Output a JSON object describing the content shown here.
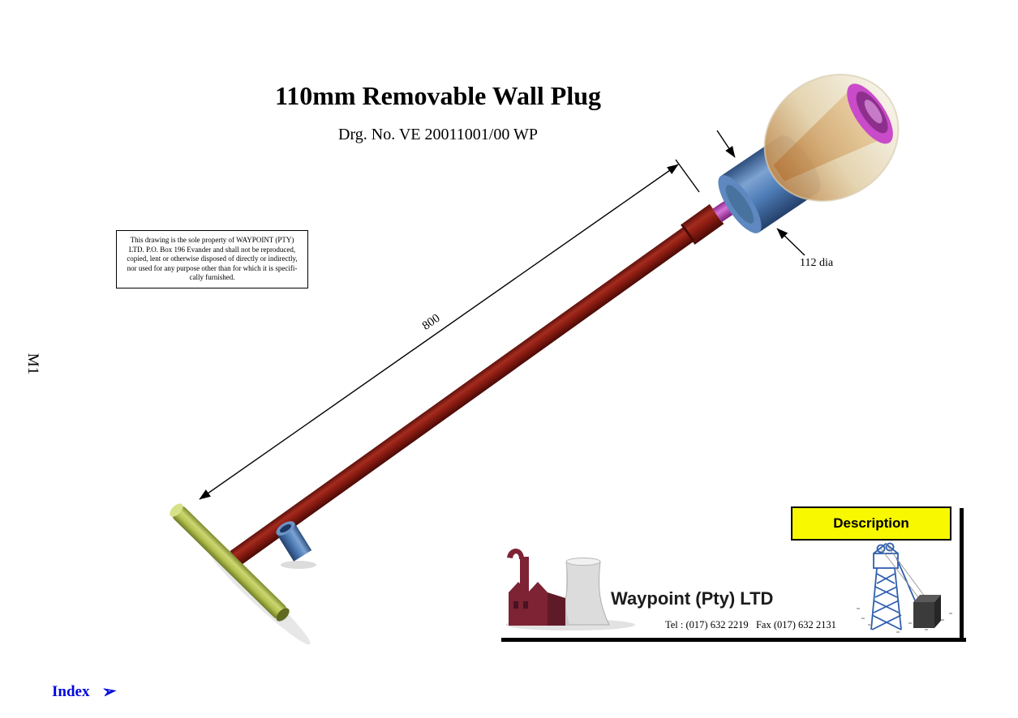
{
  "header": {
    "title": "110mm Removable Wall Plug",
    "drawing_no": "Drg. No. VE 20011001/00 WP"
  },
  "zone_label": "M1",
  "notice": {
    "lines": [
      "This  drawing is the sole property of WAYPOINT (PTY)",
      "LTD. P.O. Box 196 Evander and shall not be reproduced,",
      "copied, lent or otherwise disposed of directly or indirectly,",
      "nor used for any purpose other than for which it is specifi-",
      "cally furnished."
    ]
  },
  "annotations": {
    "length": "800",
    "diameter": "112 dia"
  },
  "title_block": {
    "description": "Description",
    "company": "Waypoint (Pty) LTD",
    "contact": "Tel : (017) 632 2219   Fax (017) 632 2131"
  },
  "nav": {
    "index": "Index"
  },
  "colors": {
    "rod_red": "#8c1c12",
    "handle_green": "#b2c04e",
    "sleeve_blue": "#4d7cb6",
    "bulb_cream": "#ece3cd",
    "ring_magenta": "#c94bc9",
    "description_bg": "#f8f800",
    "link_blue": "#0008dd"
  }
}
